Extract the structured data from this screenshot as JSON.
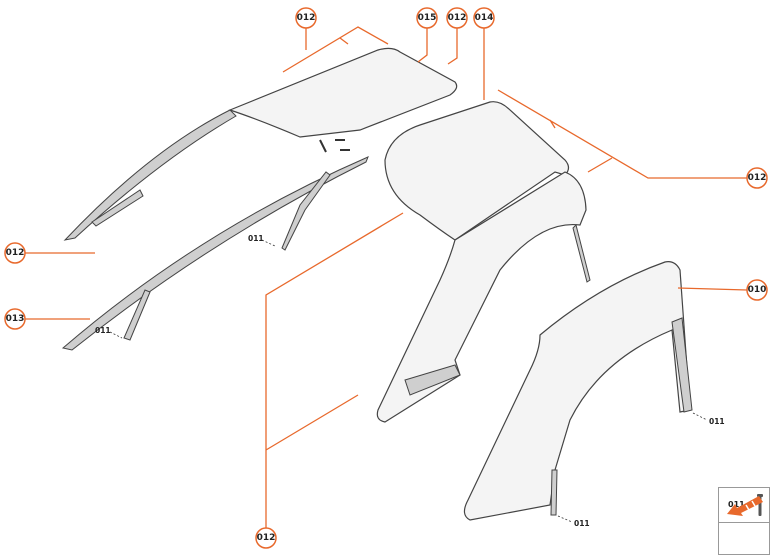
{
  "accent_color": "#e8692c",
  "callouts": {
    "c1": "012",
    "c2": "015",
    "c3": "012",
    "c4": "014",
    "c5": "012",
    "c6": "010",
    "c7": "012",
    "c8": "013",
    "c9": "012"
  },
  "fastener_labels": [
    "011",
    "011",
    "011",
    "011"
  ],
  "legend": {
    "part_label": "011",
    "part_icon": "rivet-icon",
    "direction_icon": "front-arrow-icon"
  }
}
